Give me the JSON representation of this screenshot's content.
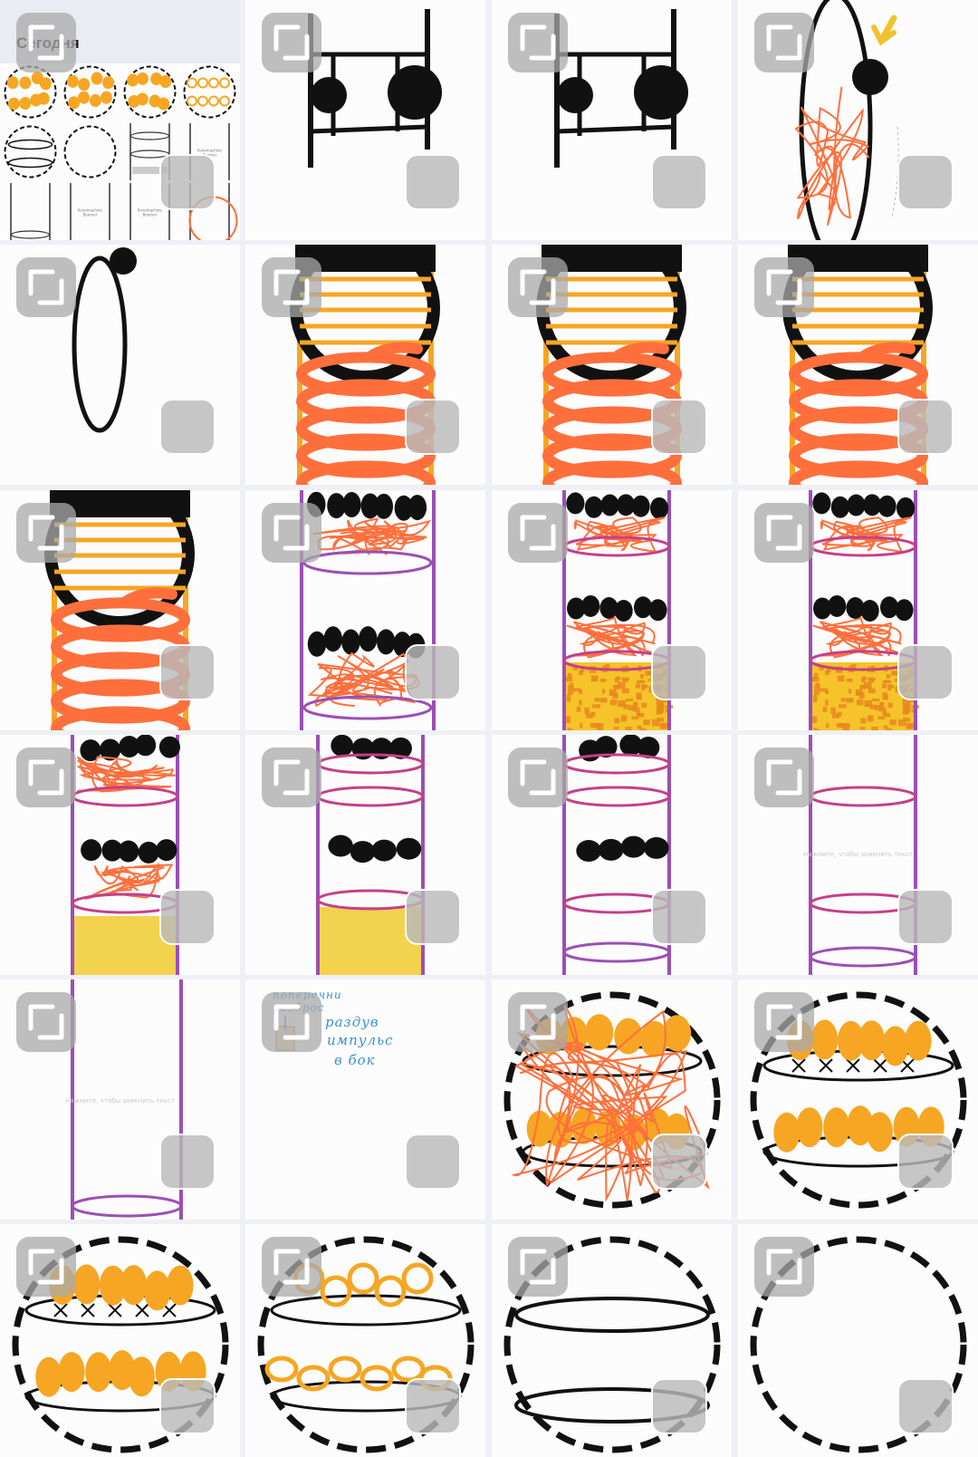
{
  "album": {
    "section_title": "Сегодня",
    "tap_hint": "Нажмите, чтобы заменить текст",
    "mini_label": "Ilovemachine\nBoomer",
    "handwritten_note_lines": [
      "поперечни",
      "разброс",
      "раздув",
      "импульс",
      "в бок"
    ]
  },
  "colors": {
    "accent": "#ff6f3c",
    "orange": "#f6a623",
    "purple": "#9b4fb5",
    "magenta": "#c53f8a",
    "yellow": "#f3d24d",
    "black": "#111111",
    "note_blue": "#3b8fd4"
  },
  "thumbnails": [
    {
      "index": 1,
      "kind": "collage"
    },
    {
      "index": 2,
      "kind": "ladder-balls"
    },
    {
      "index": 3,
      "kind": "ladder-balls"
    },
    {
      "index": 4,
      "kind": "loop-arrow"
    },
    {
      "index": 5,
      "kind": "loop"
    },
    {
      "index": 6,
      "kind": "spring-frame"
    },
    {
      "index": 7,
      "kind": "spring-frame"
    },
    {
      "index": 8,
      "kind": "spring-frame"
    },
    {
      "index": 9,
      "kind": "spring-frame"
    },
    {
      "index": 10,
      "kind": "tube-layers"
    },
    {
      "index": 11,
      "kind": "tube-layers-foam"
    },
    {
      "index": 12,
      "kind": "tube-layers-foam"
    },
    {
      "index": 13,
      "kind": "tube-layers-yellow"
    },
    {
      "index": 14,
      "kind": "tube-rings-yellow"
    },
    {
      "index": 15,
      "kind": "tube-rings"
    },
    {
      "index": 16,
      "kind": "tube-empty"
    },
    {
      "index": 17,
      "kind": "tube-blank"
    },
    {
      "index": 18,
      "kind": "note"
    },
    {
      "index": 19,
      "kind": "sphere-threads"
    },
    {
      "index": 20,
      "kind": "sphere-balls"
    },
    {
      "index": 21,
      "kind": "sphere-balls"
    },
    {
      "index": 22,
      "kind": "sphere-rings"
    },
    {
      "index": 23,
      "kind": "sphere-empty"
    },
    {
      "index": 24,
      "kind": "sphere-outline"
    }
  ]
}
